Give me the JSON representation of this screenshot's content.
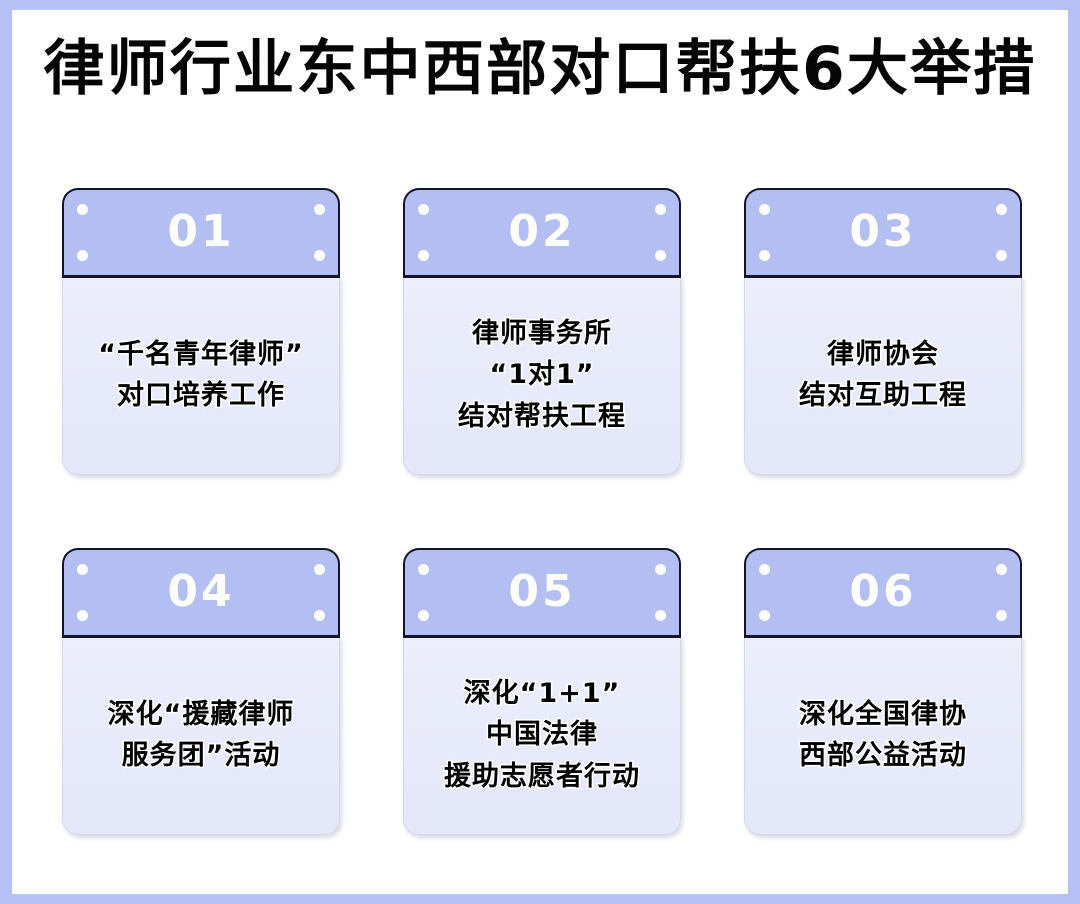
{
  "poster": {
    "title": "律师行业东中西部对口帮扶6大举措",
    "frame_color": "#b5c1f7",
    "page_color": "#ffffff",
    "header_band_color": "#b3bef3",
    "card_body_color": "#e8ebfa",
    "number_color": "#ffffff",
    "text_color": "#000000"
  },
  "cards": [
    {
      "number": "01",
      "text": "“千名青年律师”\n对口培养工作"
    },
    {
      "number": "02",
      "text": "律师事务所\n“1对1”\n结对帮扶工程"
    },
    {
      "number": "03",
      "text": "律师协会\n结对互助工程"
    },
    {
      "number": "04",
      "text": "深化“援藏律师\n服务团”活动"
    },
    {
      "number": "05",
      "text": "深化“1+1”\n中国法律\n援助志愿者行动"
    },
    {
      "number": "06",
      "text": "深化全国律协\n西部公益活动"
    }
  ]
}
